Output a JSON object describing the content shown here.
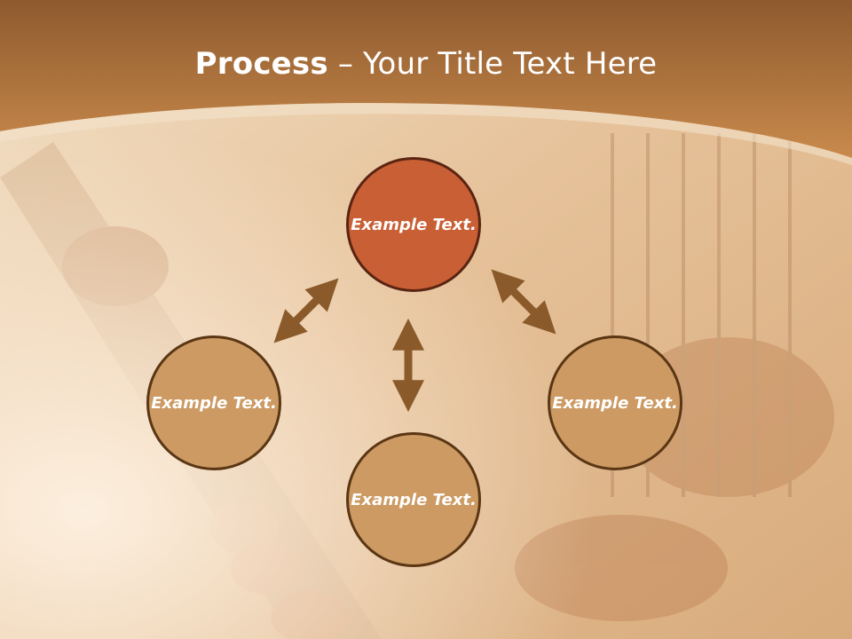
{
  "title": {
    "bold": "Process",
    "dash": " – ",
    "rest": "Your Title Text Here"
  },
  "nodes": {
    "top": "Example Text.",
    "left": "Example Text.",
    "right": "Example Text.",
    "bottom": "Example Text."
  },
  "colors": {
    "header": "#b8733a",
    "center_node": "#c95f34",
    "outer_node": "#cc9a62",
    "arrow": "#8a5a2a"
  }
}
